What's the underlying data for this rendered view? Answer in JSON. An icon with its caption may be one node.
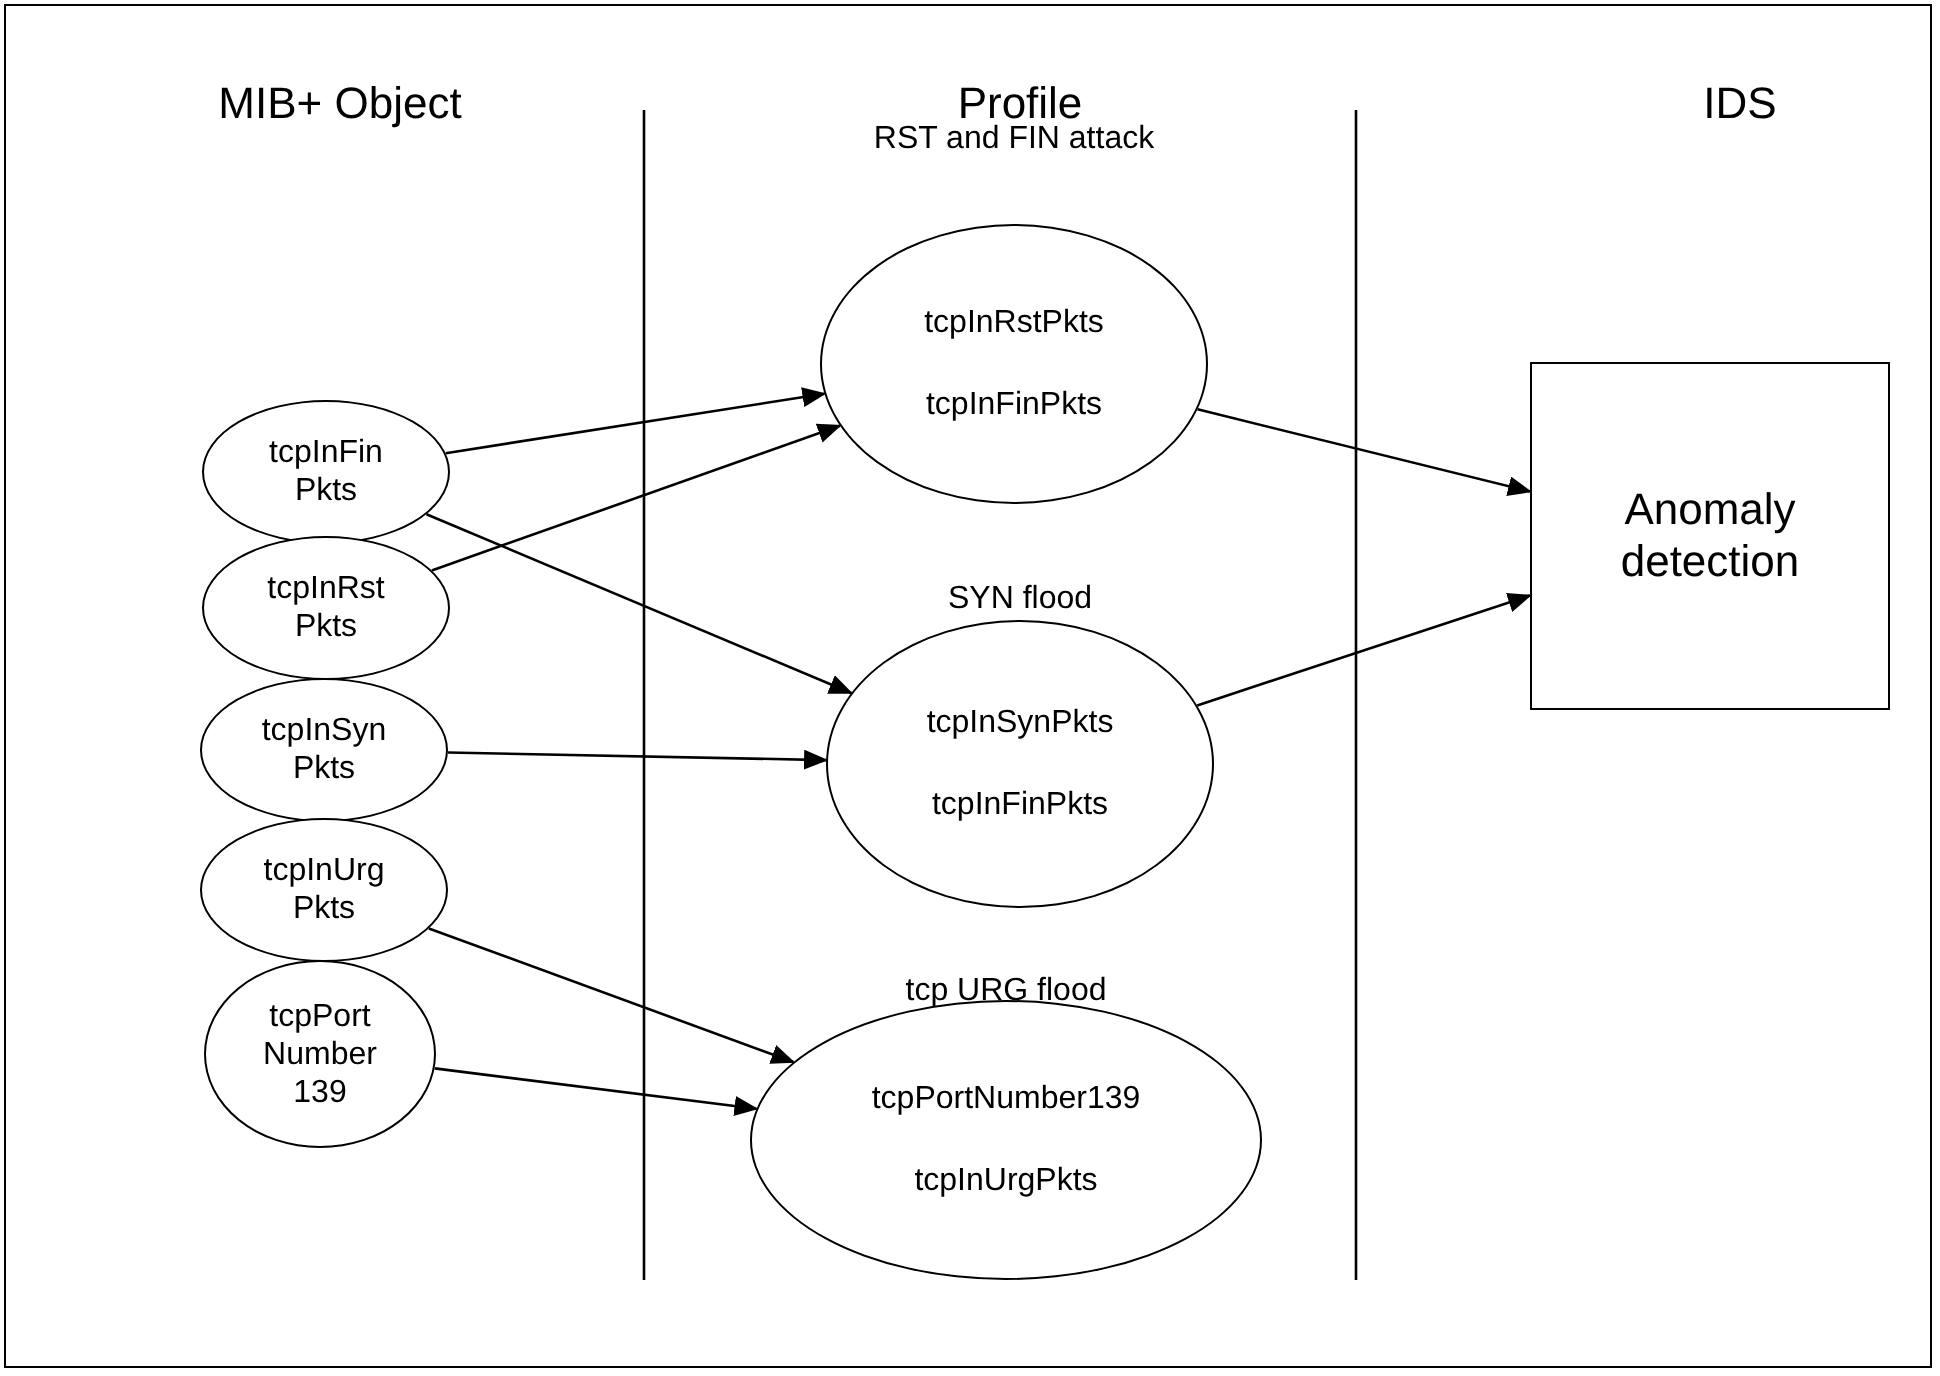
{
  "diagram": {
    "nodes": [
      {
        "text": [
          "tcpInFin Pkts"
        ]
      },
      {
        "text": [
          "tcpInRst Pkts"
        ]
      },
      {
        "text": [
          "tcpInSyn Pkts"
        ]
      },
      {
        "text": [
          "tcpInUrg Pkts"
        ]
      },
      {
        "text": [
          "tcpPort Number 139"
        ]
      },
      {
        "text": [
          "RST and FIN attack",
          "tcpInRstPkts",
          "tcpInFinPkts"
        ]
      },
      {
        "text": [
          "SYN flood",
          "tcpInSynPkts",
          "tcpInFinPkts"
        ]
      },
      {
        "text": [
          "tcp URG flood",
          "tcpPortNumber139",
          "tcpInUrgPkts"
        ]
      },
      {
        "text": [
          "Anomaly detection"
        ]
      }
    ],
    "edges": [
      {
        "from": 0,
        "to": 5,
        "arrow": "to"
      },
      {
        "from": 1,
        "to": 5,
        "arrow": "to"
      },
      {
        "from": 0,
        "to": 6,
        "arrow": "to"
      },
      {
        "from": 2,
        "to": 6,
        "arrow": "to"
      },
      {
        "from": 3,
        "to": 7,
        "arrow": "to"
      },
      {
        "from": 4,
        "to": 7,
        "arrow": "to"
      },
      {
        "from": 5,
        "to": 8,
        "arrow": "to"
      },
      {
        "from": 6,
        "to": 8,
        "arrow": "to"
      }
    ],
    "labels": [
      "MIB+ Object",
      "Profile",
      "IDS"
    ]
  }
}
